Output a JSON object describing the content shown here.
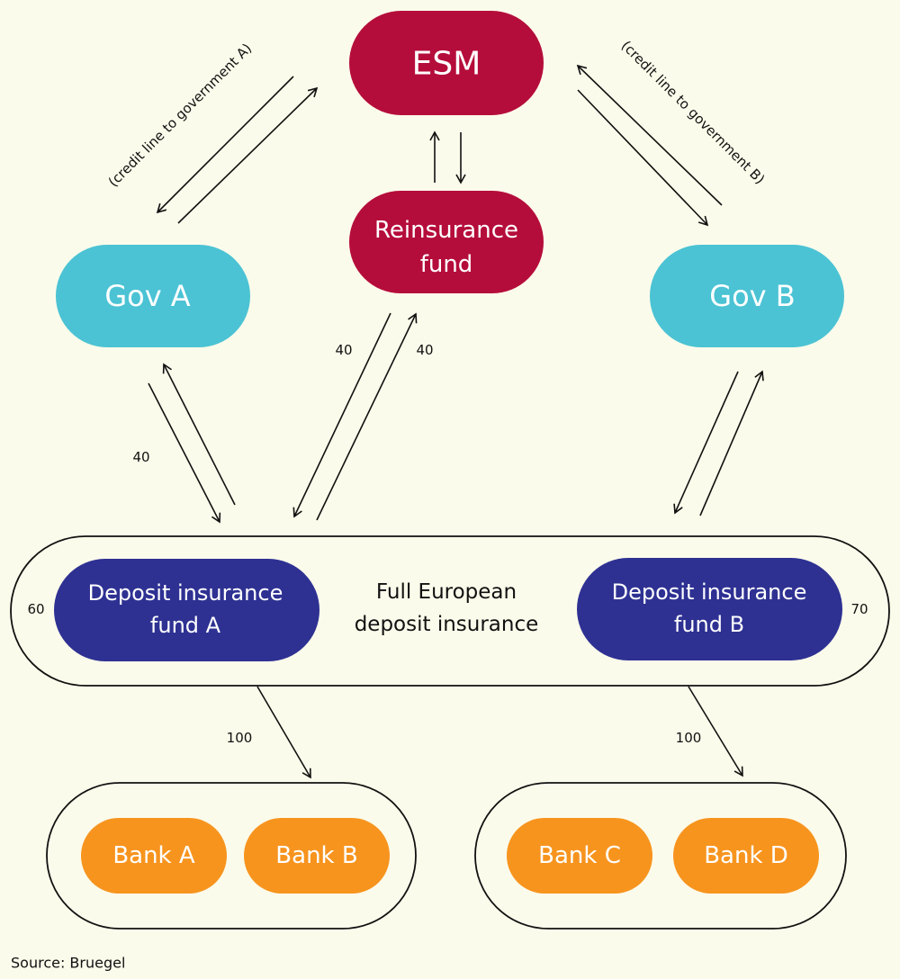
{
  "colors": {
    "background": "#fbfbeb",
    "esm": "#b50d3b",
    "government": "#4bc3d4",
    "deposit_fund": "#2e3192",
    "bank": "#f7941e",
    "line": "#111111"
  },
  "nodes": {
    "esm": "ESM",
    "reinsurance": [
      "Reinsurance",
      "fund"
    ],
    "gov_a": "Gov A",
    "gov_b": "Gov B",
    "fund_a": [
      "Deposit insurance",
      "fund A"
    ],
    "fund_b": [
      "Deposit insurance",
      "fund B"
    ],
    "full_insurance": [
      "Full European",
      "deposit insurance"
    ],
    "bank_a": "Bank A",
    "bank_b": "Bank B",
    "bank_c": "Bank C",
    "bank_d": "Bank D"
  },
  "labels": {
    "credit_line_a": "(credit line to government A)",
    "credit_line_b": "(credit line to government B)",
    "flow_gov_a_fund_a": "40",
    "flow_reinsurance_left": "40",
    "flow_reinsurance_right": "40",
    "fund_a_amount": "60",
    "fund_b_amount": "70",
    "flow_to_banks_ab": "100",
    "flow_to_banks_cd": "100"
  },
  "source": "Source: Bruegel"
}
